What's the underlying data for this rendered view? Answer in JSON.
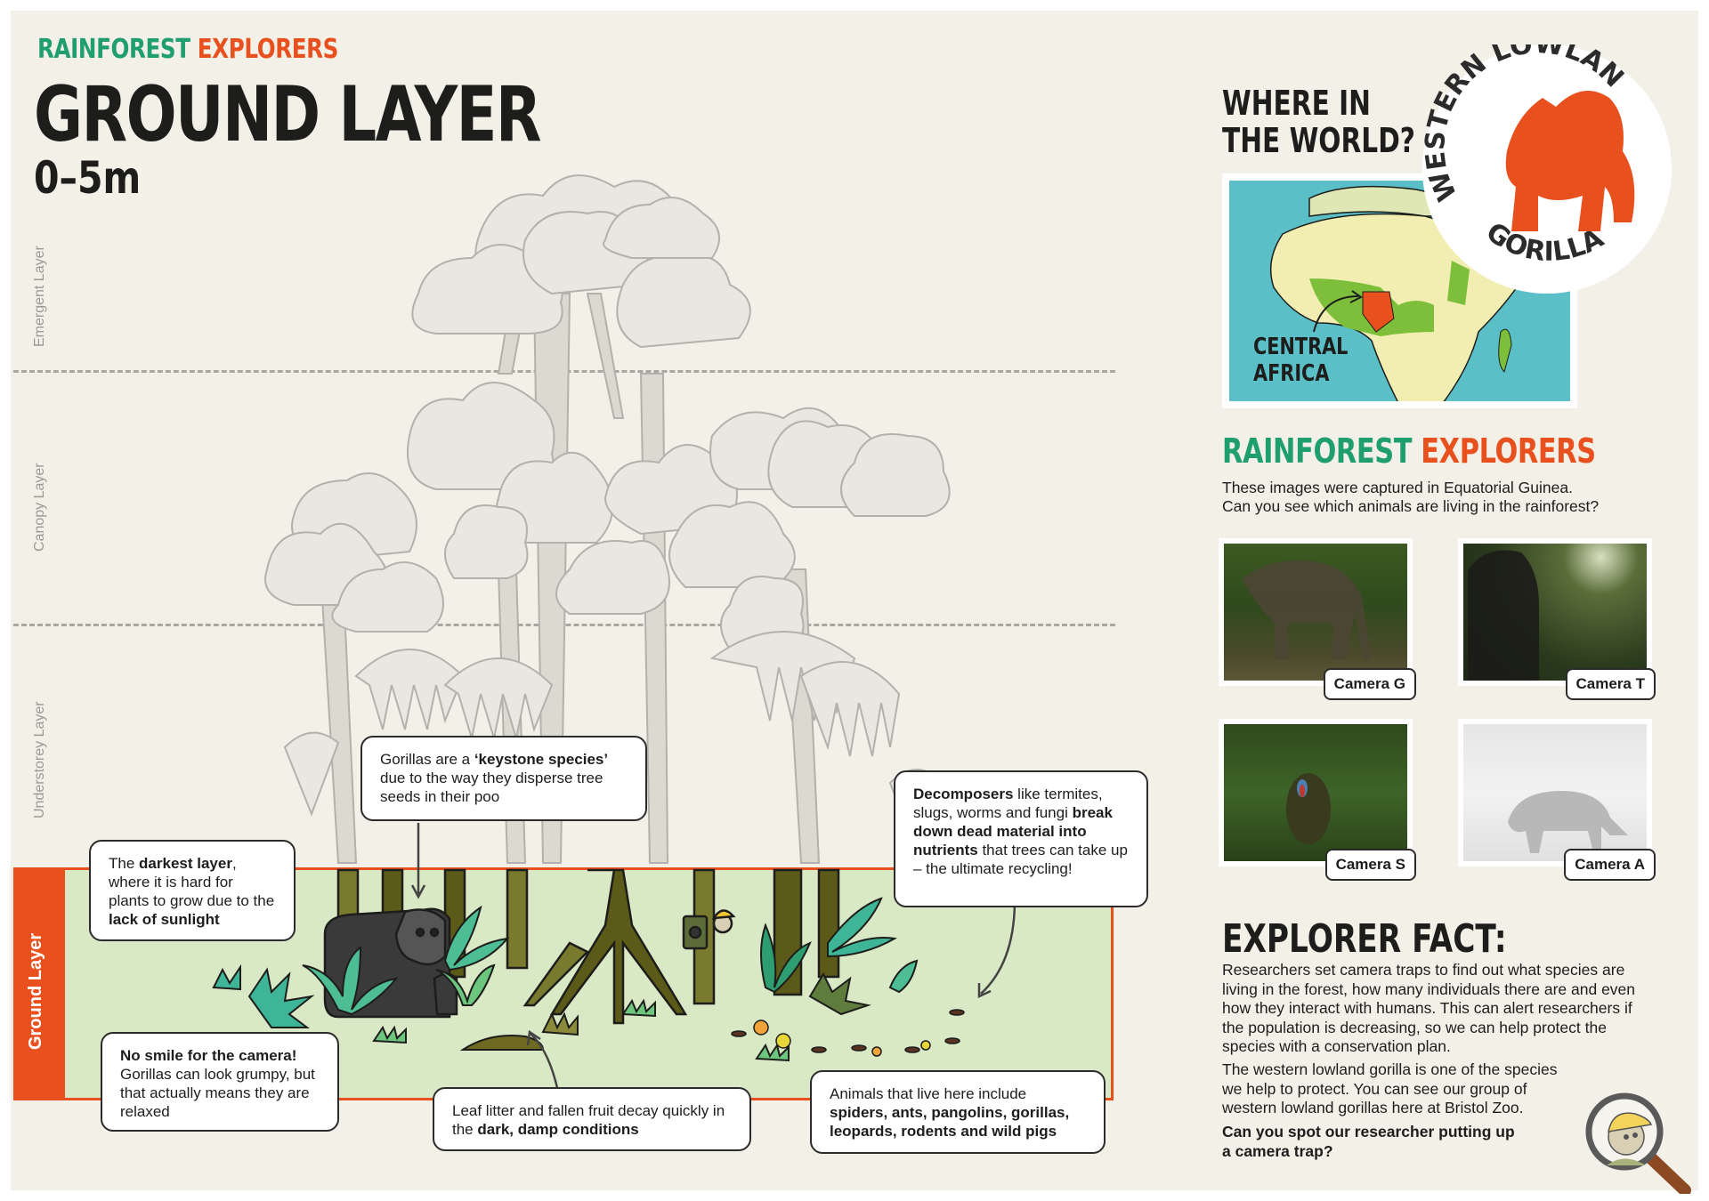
{
  "header": {
    "brand_part1": "RAINFOREST",
    "brand_part2": "EXPLORERS",
    "title": "GROUND LAYER",
    "subtitle": "0–5m"
  },
  "layers": [
    {
      "label": "Emergent Layer"
    },
    {
      "label": "Canopy Layer"
    },
    {
      "label": "Understorey Layer"
    },
    {
      "label": "Ground Layer"
    }
  ],
  "callouts": {
    "darkest": {
      "t1": "The ",
      "b1": "darkest layer",
      "t2": ", where it is hard for plants to grow due to the ",
      "b2": "lack of sunlight"
    },
    "keystone": {
      "t1": "Gorillas are a ",
      "b1": "‘keystone species’",
      "t2": " due to the way they disperse tree seeds in their poo"
    },
    "decomposers": {
      "b1": "Decomposers",
      "t1": " like termites, slugs, worms and fungi ",
      "b2": "break down dead material into nutrients",
      "t2": " that trees can take up – the ultimate recycling!"
    },
    "no_smile": {
      "b1": "No smile for the camera!",
      "t1": " Gorillas can look grumpy, but that actually means they are relaxed"
    },
    "leaf_litter": {
      "t1": "Leaf litter and fallen fruit decay quickly in the ",
      "b1": "dark, damp conditions"
    },
    "animals": {
      "t1": "Animals that live here include ",
      "b1": "spiders, ants, pangolins, gorillas, leopards, rodents and wild pigs"
    }
  },
  "where_section": {
    "title_line1": "WHERE IN",
    "title_line2": "THE WORLD?",
    "map_label_line1": "CENTRAL",
    "map_label_line2": "AFRICA",
    "seal_top": "WESTERN LOWLAND",
    "seal_bottom": "GORILLA"
  },
  "explorers_section": {
    "title_part1": "RAINFOREST",
    "title_part2": "EXPLORERS",
    "desc_line1": "These images were captured in Equatorial Guinea.",
    "desc_line2": "Can you see which animals are living in the rainforest?",
    "cameras": [
      {
        "label": "Camera G",
        "subject": "elephant"
      },
      {
        "label": "Camera T",
        "subject": "gorilla"
      },
      {
        "label": "Camera S",
        "subject": "mandrill"
      },
      {
        "label": "Camera A",
        "subject": "leopard"
      }
    ]
  },
  "fact_section": {
    "title": "EXPLORER FACT:",
    "para1": "Researchers set camera traps to find out what species are living in the forest, how many individuals there are and even how they interact with humans. This can alert researchers if the population is decreasing, so we can help protect the species with a conservation plan.",
    "para2": "The western lowland gorilla is one of the species we help to protect. You can see our group of western lowland gorillas here at Bristol Zoo.",
    "question": "Can you spot our researcher putting up a camera trap?"
  },
  "colors": {
    "background": "#f3f0e8",
    "brand_green": "#1f9e6e",
    "brand_orange": "#e8501e",
    "ground_fill": "#d9e8c5",
    "map_sea": "#5bbfc8",
    "text_dark": "#1d1d1b"
  }
}
